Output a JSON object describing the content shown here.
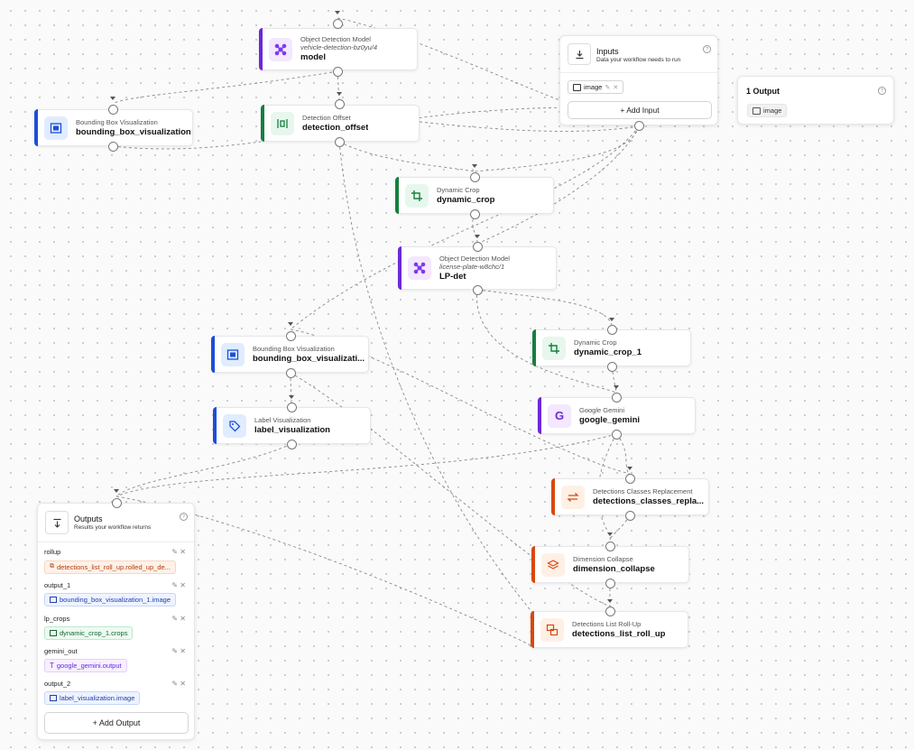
{
  "colors": {
    "model": "#6d28d9",
    "visualization": "#1d4ed8",
    "transform": "#15803d",
    "fusion": "#d9480f",
    "edge": "#8a8a8a"
  },
  "nodes": {
    "vehicle_model": {
      "type": "Object Detection Model",
      "subtitle": "vehicle-detection-bz0yu/4",
      "name": "model",
      "icon": "model-graph-icon"
    },
    "bbox_vis": {
      "type": "Bounding Box Visualization",
      "name": "bounding_box_visualization",
      "icon": "bbox-icon"
    },
    "det_offset": {
      "type": "Detection Offset",
      "name": "detection_offset",
      "icon": "offset-icon"
    },
    "dyn_crop": {
      "type": "Dynamic Crop",
      "name": "dynamic_crop",
      "icon": "crop-icon"
    },
    "lp_model": {
      "type": "Object Detection Model",
      "subtitle": "license-plate-w8chc/1",
      "name": "LP-det",
      "icon": "model-graph-icon"
    },
    "bbox_vis_1": {
      "type": "Bounding Box Visualization",
      "name": "bounding_box_visualizati...",
      "icon": "bbox-icon"
    },
    "dyn_crop_1": {
      "type": "Dynamic Crop",
      "name": "dynamic_crop_1",
      "icon": "crop-icon"
    },
    "label_vis": {
      "type": "Label Visualization",
      "name": "label_visualization",
      "icon": "tag-icon"
    },
    "gemini": {
      "type": "Google Gemini",
      "name": "google_gemini",
      "icon": "gemini-g-icon"
    },
    "classes_repl": {
      "type": "Detections Classes Replacement",
      "name": "detections_classes_repla...",
      "icon": "swap-icon"
    },
    "dim_collapse": {
      "type": "Dimension Collapse",
      "name": "dimension_collapse",
      "icon": "layers-icon"
    },
    "rollup": {
      "type": "Detections List Roll-Up",
      "name": "detections_list_roll_up",
      "icon": "rollup-icon"
    }
  },
  "inputs_card": {
    "title": "Inputs",
    "subtitle": "Data your workflow needs to run",
    "chip": "image",
    "add_label": "+ Add Input"
  },
  "output_summary": {
    "title": "1 Output",
    "chip": "image"
  },
  "outputs_card": {
    "title": "Outputs",
    "subtitle": "Results your workflow returns",
    "rows": [
      {
        "key": "rollup",
        "value": "detections_list_roll_up.rolled_up_de..."
      },
      {
        "key": "output_1",
        "value": "bounding_box_visualization_1.image"
      },
      {
        "key": "lp_crops",
        "value": "dynamic_crop_1.crops"
      },
      {
        "key": "gemini_out",
        "value": "google_gemini.output"
      },
      {
        "key": "output_2",
        "value": "label_visualization.image"
      }
    ],
    "add_label": "+ Add Output"
  }
}
